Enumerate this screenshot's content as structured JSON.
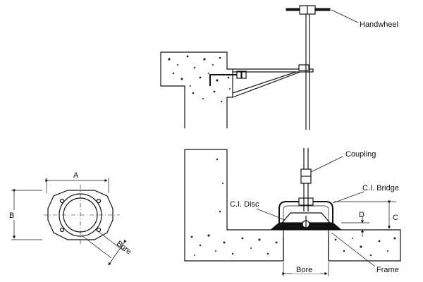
{
  "labels": {
    "handwheel": "Handwheel",
    "coupling": "Coupling",
    "ci_bridge": "C.I. Bridge",
    "ci_disc": "C.I. Disc",
    "frame": "Frame",
    "bore_section": "Bore",
    "bore_plan": "Bore",
    "dim_a": "A",
    "dim_b": "B",
    "dim_c": "C",
    "dim_d": "D"
  }
}
